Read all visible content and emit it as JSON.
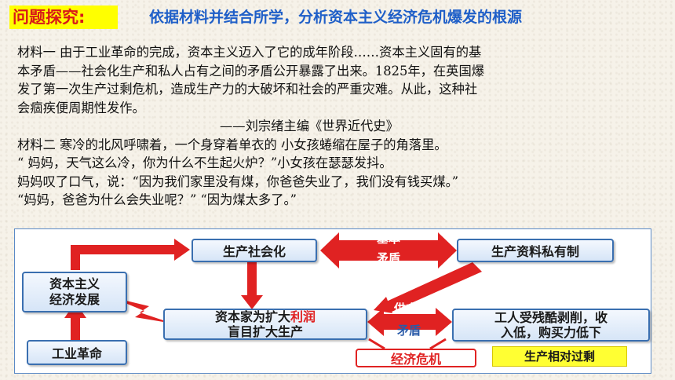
{
  "header": {
    "inquiry_label": "问题探究:",
    "topic": "依据材料并结合所学，分析资本主义经济危机爆发的根源"
  },
  "material_one": {
    "lines": [
      "材料一 由于工业革命的完成，资本主义迈入了它的成年阶段……资本主义固有的基",
      "本矛盾——社会化生产和私人占有之间的矛盾公开暴露了出来。1825年，在英国爆",
      "发了第一次生产过剩危机，造成生产力的大破坏和社会的严重灾难。从此，这种社",
      "会痼疾便周期性发作。"
    ],
    "source": "——刘宗绪主编《世界近代史》"
  },
  "material_two": {
    "lines": [
      "材料二 寒冷的北风呼啸着，一个身穿着单衣的 小女孩蜷缩在屋子的角落里。",
      "“ 妈妈，天气这么冷，你为什么不生起火炉？”小女孩在瑟瑟发抖。",
      "妈妈叹了口气，说：“因为我们家里没有煤，你爸爸失业了，我们没有钱买煤。”",
      "“妈妈，爸爸为什么会失业呢？”  “因为煤太多了。”"
    ]
  },
  "diagram": {
    "industrial_revolution": "工业革命",
    "capitalist_development": [
      "资本主义",
      "经济发展"
    ],
    "socialized_production": "生产社会化",
    "private_ownership": "生产资料私有制",
    "capitalist_expansion": {
      "part1": "资本家为扩大",
      "accent": "利润",
      "part2": "盲目扩大生产"
    },
    "worker_exploitation": [
      "工人受残酷剥削，收",
      "入低，购买力低下"
    ],
    "economic_crisis": "经济危机",
    "relative_overproduction": "生产相对过剩",
    "basic_contradiction": [
      "基本",
      "矛盾"
    ],
    "supply_demand_contradiction": [
      "供求",
      "矛盾"
    ]
  },
  "colors": {
    "arrow_red": "#e02222",
    "node_border_blue": "#3a6fb0",
    "title_blue": "#1f5fc8",
    "highlight_yellow": "#ffff33"
  }
}
